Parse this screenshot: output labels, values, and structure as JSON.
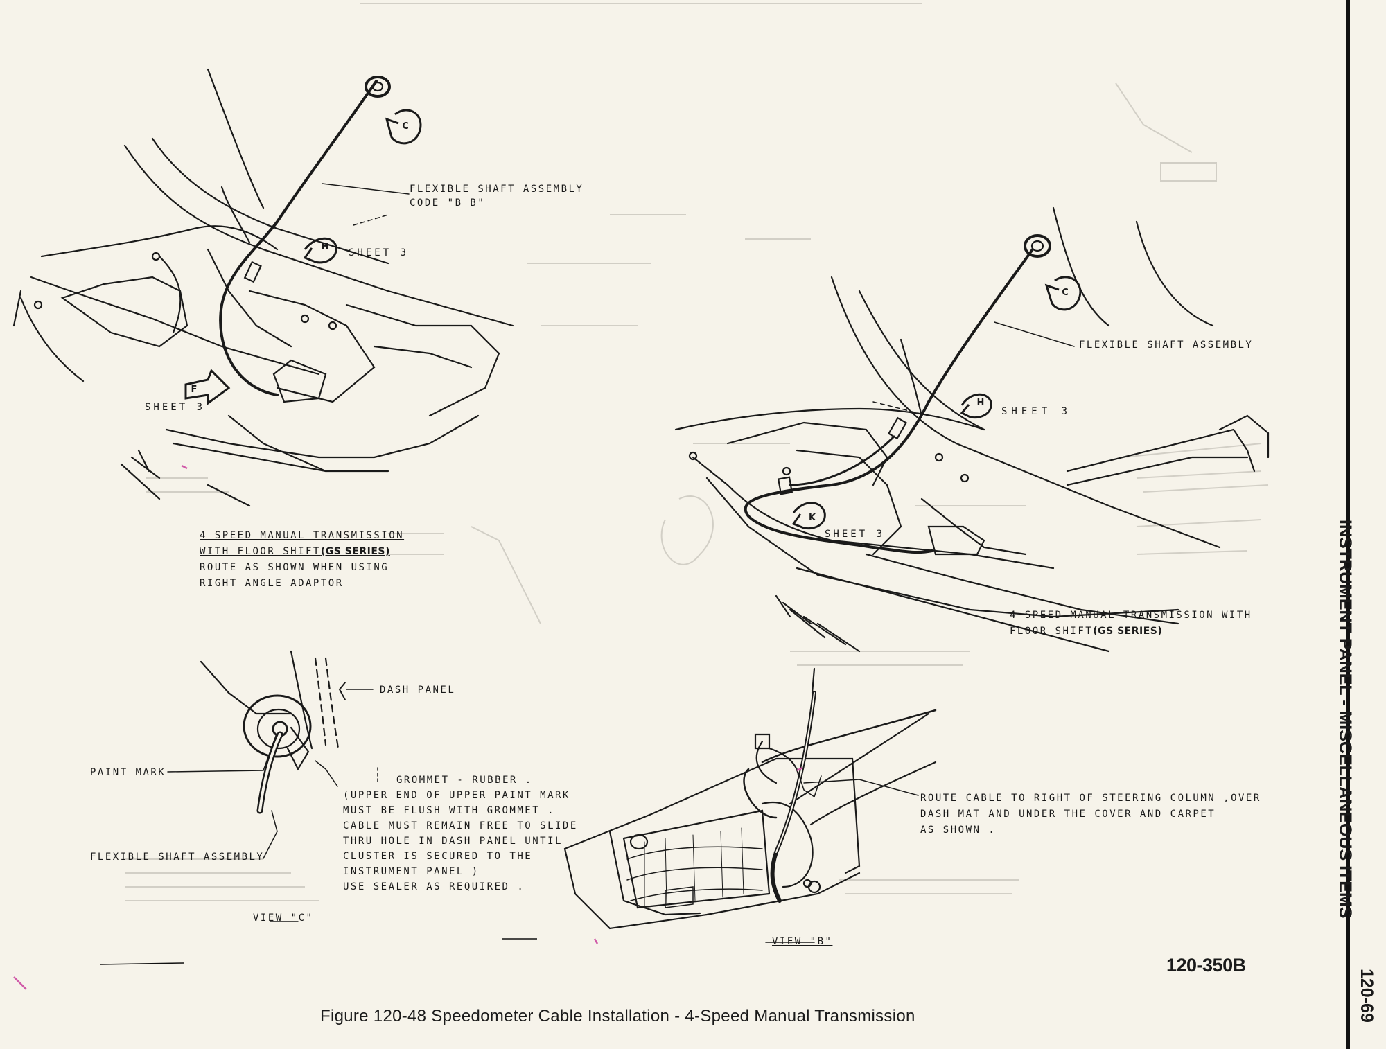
{
  "upper_left": {
    "flex_shaft_bb_l1": "FLEXIBLE SHAFT ASSEMBLY",
    "flex_shaft_bb_l2": "CODE \"B B\"",
    "sheet3_a": "SHEET 3",
    "sheet3_b": "SHEET 3",
    "callout_c": "C",
    "callout_h": "H",
    "callout_f": "F",
    "title_l1": "4 SPEED MANUAL TRANSMISSION",
    "title_l2a": "WITH FLOOR SHIFT",
    "title_l2b": "(GS SERIES)",
    "note_l1": "ROUTE AS SHOWN WHEN USING",
    "note_l2": "RIGHT ANGLE ADAPTOR"
  },
  "upper_right": {
    "flex_shaft": "FLEXIBLE SHAFT ASSEMBLY",
    "sheet3_a": "SHEET 3",
    "sheet3_b": "SHEET 3",
    "callout_c": "C",
    "callout_h": "H",
    "callout_k": "K",
    "title_l1": "4 SPEED MANUAL TRANSMISSION WITH",
    "title_l2a": "FLOOR SHIFT",
    "title_l2b": "(GS SERIES)"
  },
  "view_c": {
    "dash_panel": "DASH PANEL",
    "paint_mark": "PAINT MARK",
    "flex_shaft": "FLEXIBLE SHAFT ASSEMBLY",
    "grommet_lines": [
      "GROMMET - RUBBER .",
      "(UPPER END OF UPPER PAINT MARK",
      "MUST BE FLUSH WITH GROMMET .",
      "CABLE MUST REMAIN FREE TO SLIDE",
      "THRU HOLE IN DASH PANEL UNTIL",
      "CLUSTER IS SECURED TO THE",
      "INSTRUMENT PANEL )",
      "USE SEALER AS REQUIRED ."
    ],
    "view_label": "VIEW \"C\""
  },
  "view_b": {
    "route_lines": [
      "ROUTE CABLE TO RIGHT OF STEERING COLUMN ,OVER",
      "DASH MAT AND UNDER THE COVER AND CARPET",
      "AS SHOWN ."
    ],
    "view_label": "VIEW \"B\""
  },
  "part_number": "120-350B",
  "caption": "Figure 120-48 Speedometer Cable Installation - 4-Speed Manual Transmission",
  "side_title": "INSTRUMENT PANEL - MISCELLANEOUS ITEMS",
  "page_number": "120-69",
  "colors": {
    "paper": "#f6f3ea",
    "ink": "#1a1a1a",
    "bleed": "#b9b6ad",
    "stray_pink": "#d05aa8"
  }
}
